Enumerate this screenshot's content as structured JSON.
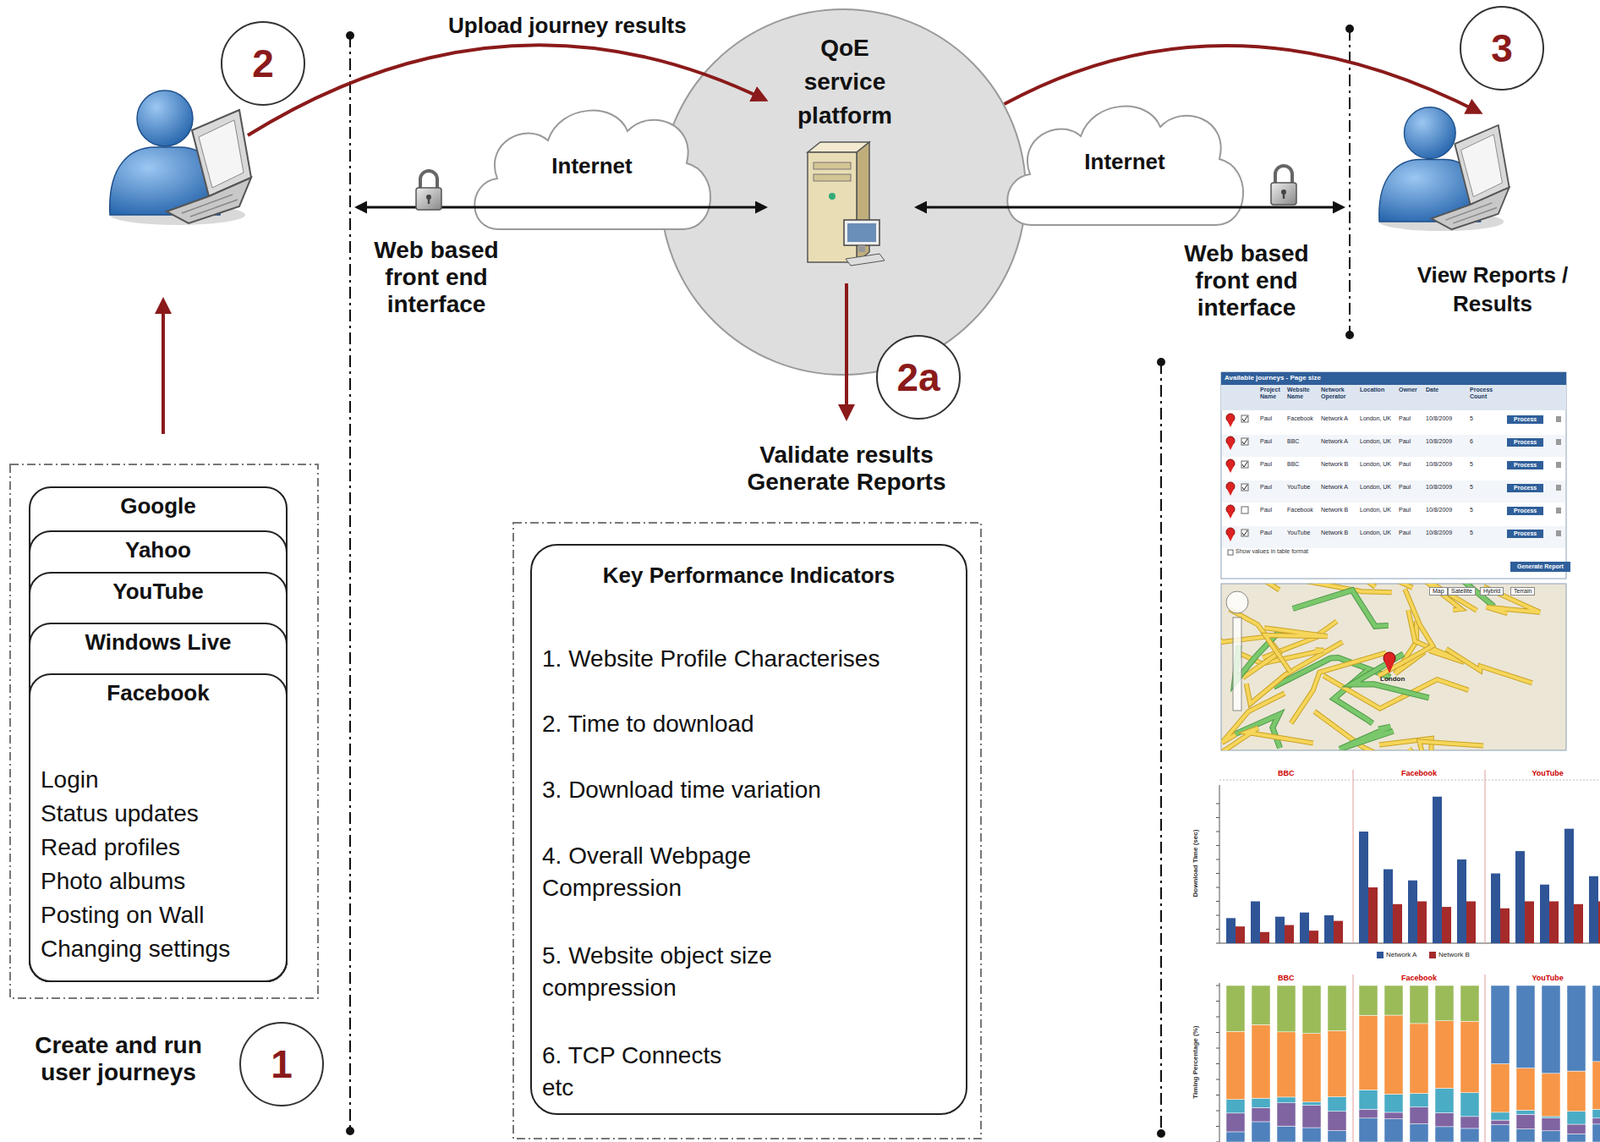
{
  "diagram": {
    "nodes": [
      {
        "text": [
          "Google"
        ]
      },
      {
        "text": [
          "Yahoo"
        ]
      },
      {
        "text": [
          "YouTube"
        ]
      },
      {
        "text": [
          "Windows Live"
        ]
      },
      {
        "text": [
          "Facebook",
          "Login",
          "Status updates",
          "Read profiles",
          "Photo albums",
          "Posting on Wall",
          "Changing settings"
        ]
      },
      {
        "text": [
          "1"
        ]
      },
      {
        "text": [
          "2"
        ]
      },
      {
        "text": [
          "QoE service platform"
        ]
      },
      {
        "text": [
          "Internet"
        ]
      },
      {
        "text": [
          "Internet"
        ]
      },
      {
        "text": [
          "3"
        ]
      },
      {
        "text": [
          "View Reports / Results"
        ]
      },
      {
        "text": [
          "2a"
        ]
      },
      {
        "text": [
          "Key Performance Indicators",
          "1. Website Profile Characterises",
          "2. Time to download",
          "3. Download time variation",
          "4. Overall Webpage Compression",
          "5. Website object size compression",
          "6. TCP Connects etc"
        ]
      }
    ],
    "edges": [
      {
        "from": 7,
        "to": 11,
        "arrow": "to"
      }
    ],
    "labels": [
      "Upload journey results",
      "Web based front end interface",
      "Web based front end interface",
      "Validate results Generate Reports",
      "Create and run user journeys",
      "Available journeys - Page size",
      "Project Name",
      "Website Name",
      "Network Operator",
      "Location",
      "Owner",
      "Date",
      "Process Count",
      "Paul",
      "Facebook",
      "Network A",
      "London, UK",
      "Paul",
      "10/8/2009",
      "5",
      "Process",
      "Paul",
      "BBC",
      "Network A",
      "London, UK",
      "Paul",
      "10/8/2009",
      "6",
      "Process",
      "Paul",
      "BBC",
      "Network B",
      "London, UK",
      "Paul",
      "10/8/2009",
      "5",
      "Process",
      "Paul",
      "YouTube",
      "Network A",
      "London, UK",
      "Paul",
      "10/8/2009",
      "5",
      "Process",
      "Paul",
      "Facebook",
      "Network B",
      "London, UK",
      "Paul",
      "10/8/2009",
      "5",
      "Process",
      "Paul",
      "YouTube",
      "Network B",
      "London, UK",
      "Paul",
      "10/8/2009",
      "5",
      "Process",
      "Show values in table format",
      "Generate Report",
      "Map",
      "Satellite",
      "Hybrid",
      "Terrain",
      "London",
      "BBC",
      "Facebook",
      "YouTube",
      "Download Time (sec)",
      "BBC",
      "Facebook",
      "YouTube",
      "Timing Percentage (%)"
    ],
    "legend": [
      {
        "text": "Network A",
        "color": "#2f5597"
      },
      {
        "text": "Network B",
        "color": "#a52a2a"
      }
    ]
  }
}
